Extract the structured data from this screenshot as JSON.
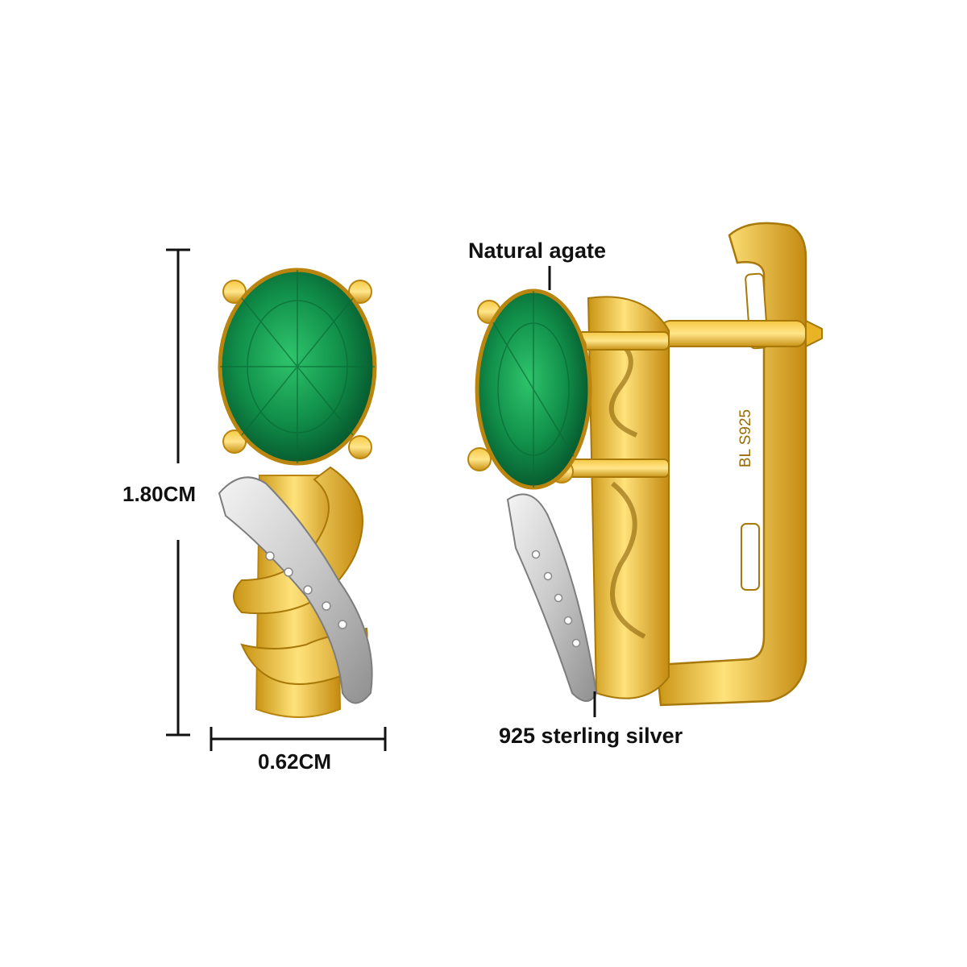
{
  "dimensions": {
    "height": "1.80CM",
    "width": "0.62CM"
  },
  "callouts": {
    "stone": "Natural agate",
    "metal": "925 sterling silver"
  },
  "engraving": "BL S925",
  "colors": {
    "gold": "#e8b325",
    "gold_dark": "#b9850f",
    "gold_light": "#ffe27a",
    "agate": "#139a4a",
    "agate_dark": "#06592a",
    "silver": "#d9d9d9",
    "ink": "#111111"
  }
}
